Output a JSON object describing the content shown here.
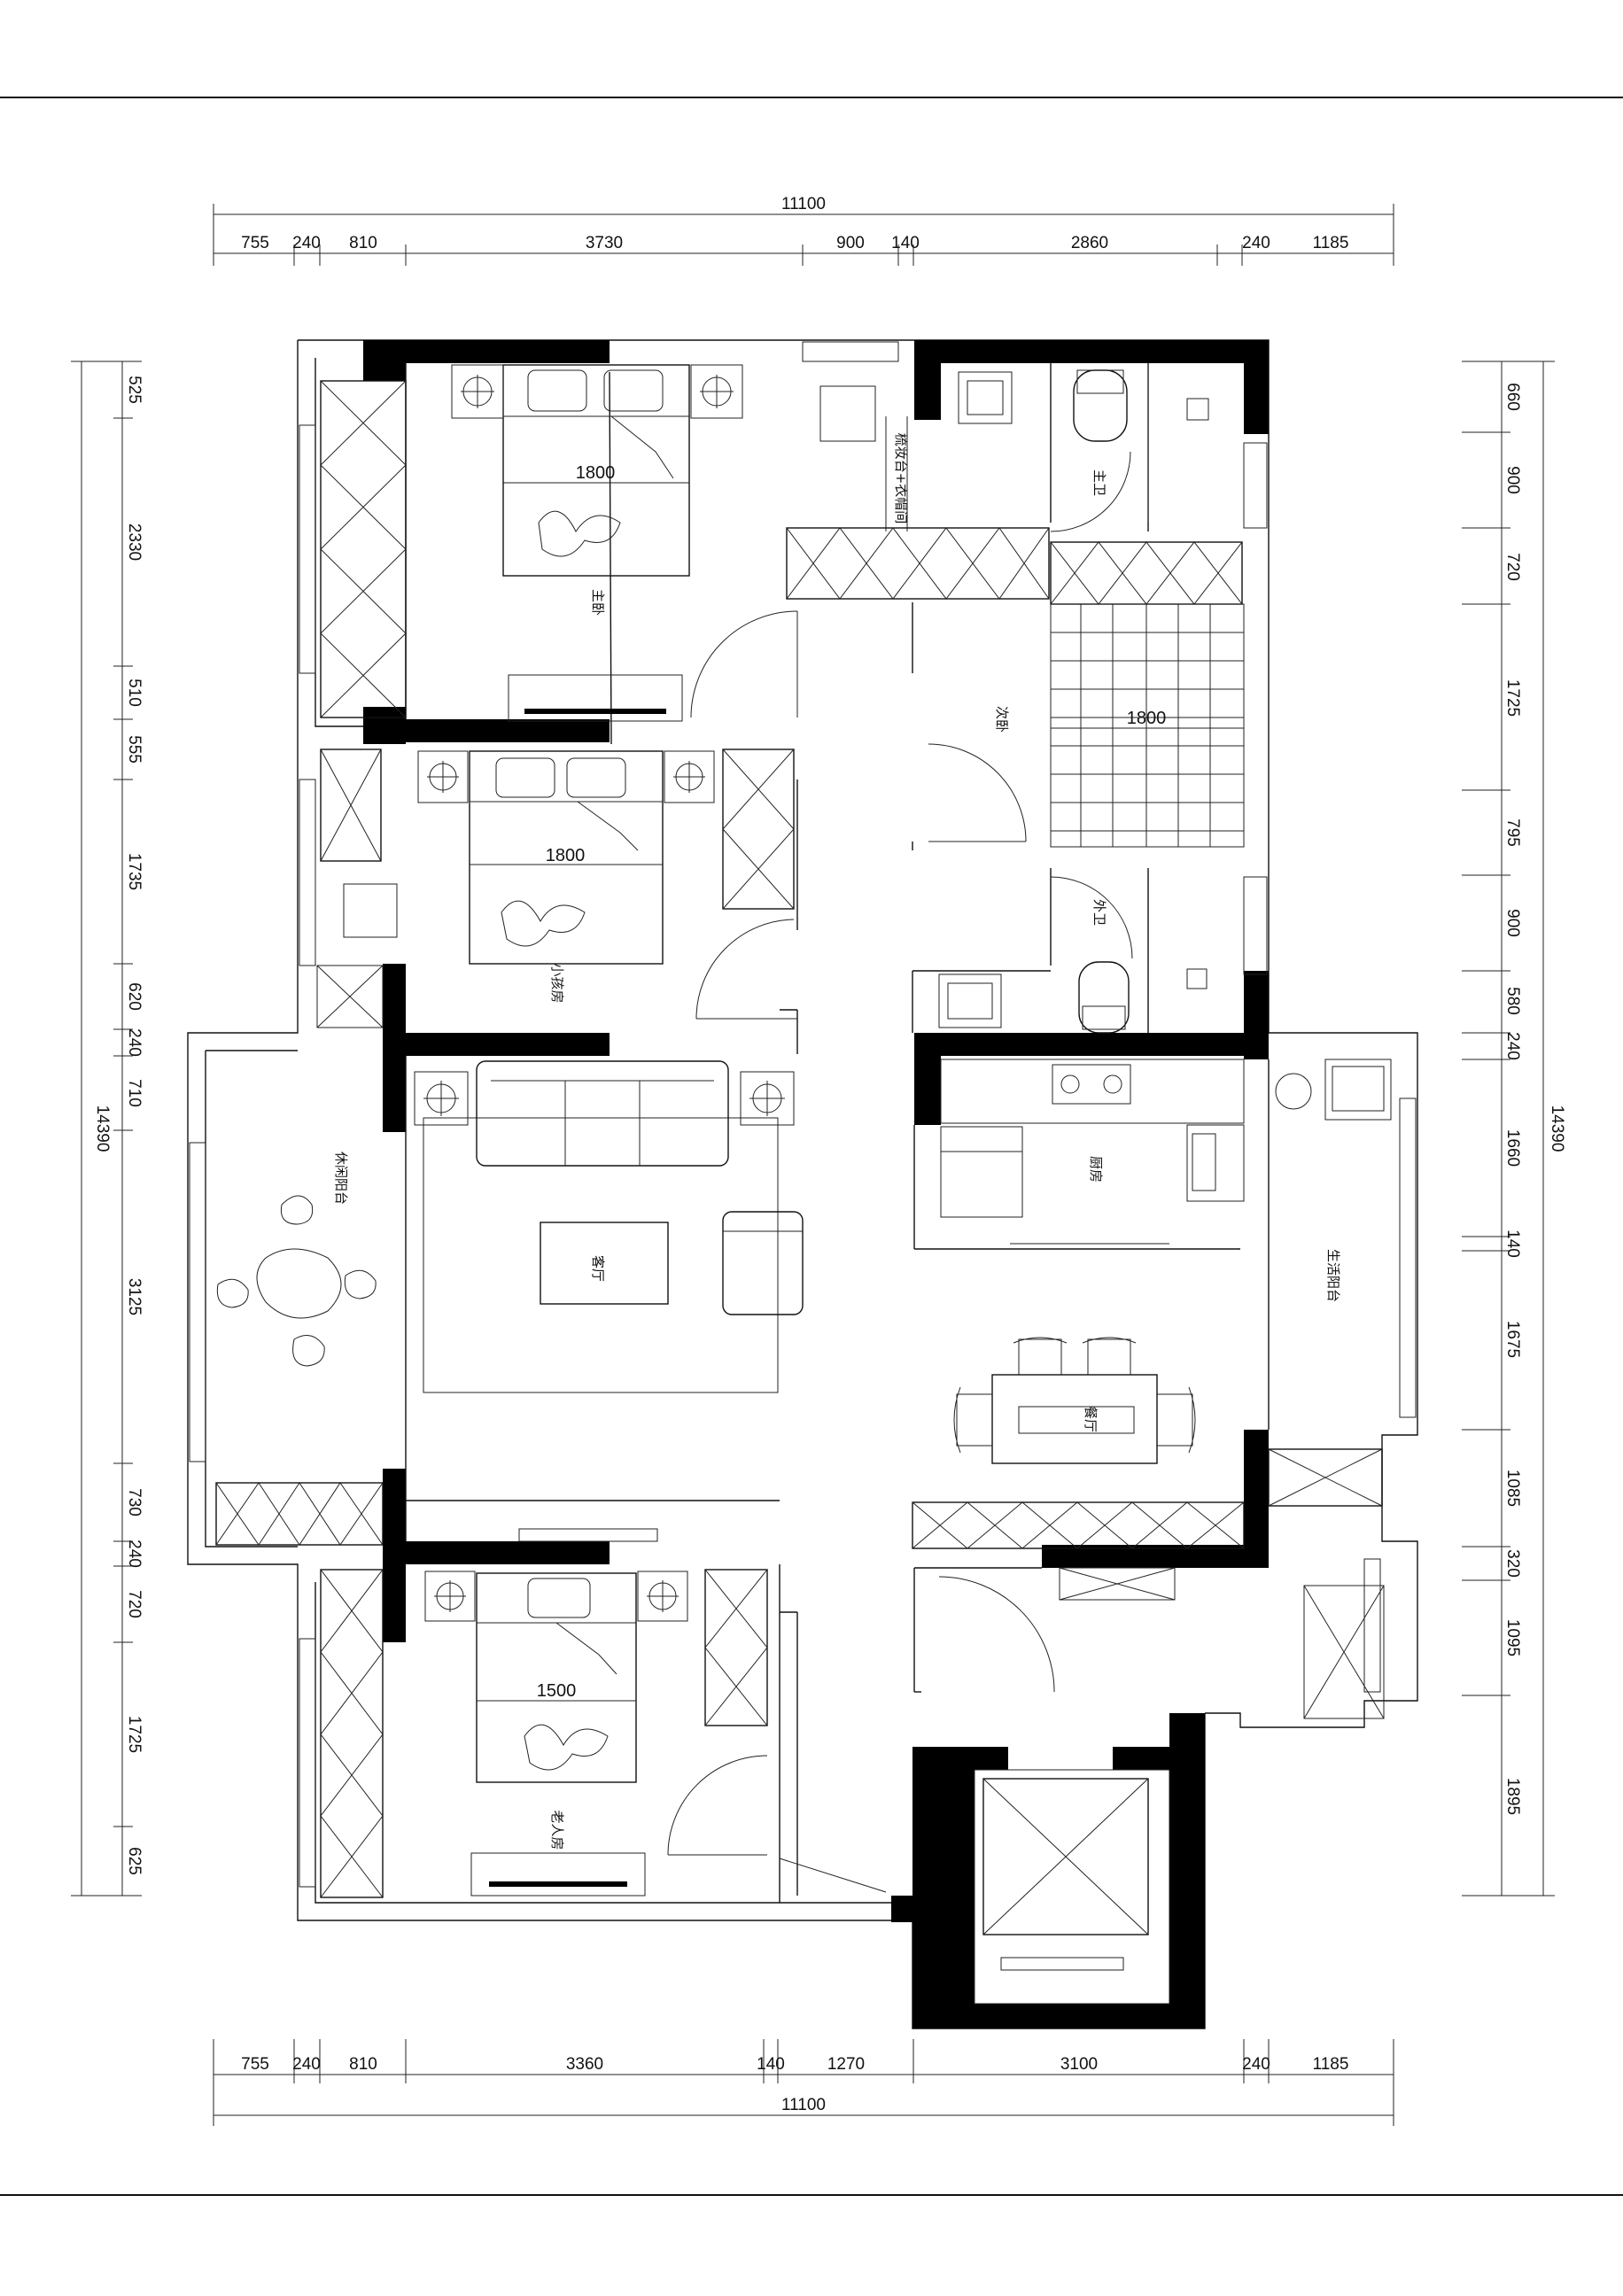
{
  "dimensions": {
    "top_total": "11100",
    "top_segments": [
      "755",
      "240",
      "810",
      "3730",
      "900",
      "140",
      "2860",
      "240",
      "1185"
    ],
    "bottom_total": "11100",
    "bottom_segments": [
      "755",
      "240",
      "810",
      "3360",
      "140",
      "1270",
      "3100",
      "240",
      "1185"
    ],
    "left_total": "14390",
    "left_segments": [
      "525",
      "2330",
      "510",
      "555",
      "1735",
      "620",
      "240",
      "710",
      "3125",
      "730",
      "240",
      "720",
      "1725",
      "625"
    ],
    "right_total": "14390",
    "right_segments": [
      "660",
      "900",
      "720",
      "1725",
      "795",
      "900",
      "580",
      "240",
      "1660",
      "140",
      "1675",
      "1085",
      "320",
      "1095",
      "1895"
    ]
  },
  "rooms": {
    "master_bedroom": "主卧",
    "dressing": "梳妆台+衣帽间",
    "master_bath": "主卫",
    "second_bedroom": "次卧",
    "kids_room": "小孩房",
    "guest_bath": "外卫",
    "leisure_balcony": "休闲阳台",
    "living_room": "客厅",
    "kitchen": "厨房",
    "utility_balcony": "生活阳台",
    "dining_room": "餐厅",
    "elder_room": "老人房"
  },
  "bed_widths": {
    "master": "1800",
    "second": "1800",
    "kids": "1800",
    "elder": "1500"
  }
}
